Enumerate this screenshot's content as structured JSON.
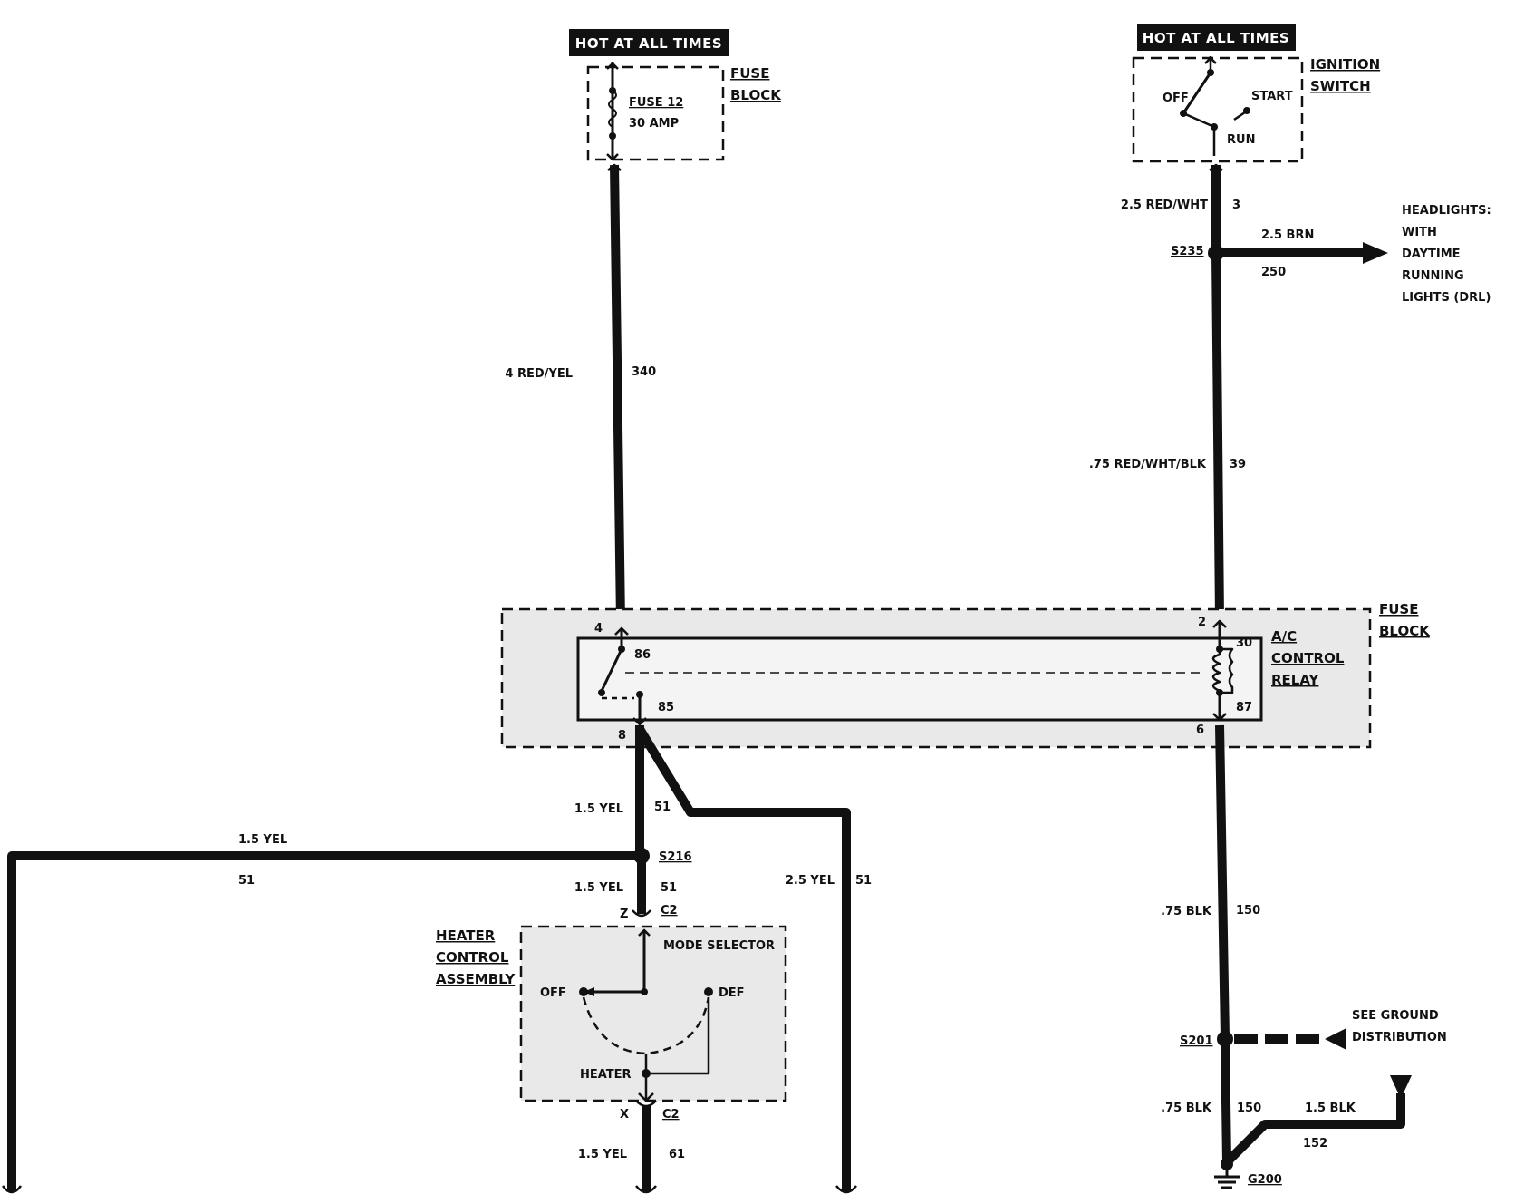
{
  "hot_left": "HOT AT ALL TIMES",
  "hot_right": "HOT AT ALL TIMES",
  "fuse_block_top": {
    "line1": "FUSE",
    "line2": "BLOCK"
  },
  "fuse12": {
    "name": "FUSE 12",
    "rating": "30 AMP"
  },
  "ignition": {
    "title1": "IGNITION",
    "title2": "SWITCH",
    "off": "OFF",
    "start": "START",
    "run": "RUN"
  },
  "wires": {
    "w_red_wht": {
      "gauge_color": "2.5 RED/WHT",
      "circuit": "3"
    },
    "w_brn": {
      "gauge_color": "2.5 BRN",
      "circuit": "250"
    },
    "w_red_yel": {
      "gauge_color": "4 RED/YEL",
      "circuit": "340"
    },
    "w_red_wht_blk": {
      "gauge_color": ".75 RED/WHT/BLK",
      "circuit": "39"
    },
    "w_yel_a": {
      "gauge_color": "1.5 YEL",
      "circuit": "51"
    },
    "w_yel_left": {
      "gauge_color": "1.5 YEL",
      "circuit": "51"
    },
    "w_yel_b": {
      "gauge_color": "1.5 YEL",
      "circuit": "51"
    },
    "w_yel_right": {
      "gauge_color": "2.5 YEL",
      "circuit": "51"
    },
    "w_yel_bottom": {
      "gauge_color": "1.5 YEL",
      "circuit": "61"
    },
    "w_blk_a": {
      "gauge_color": ".75 BLK",
      "circuit": "150"
    },
    "w_blk_b": {
      "gauge_color": ".75 BLK",
      "circuit": "150"
    },
    "w_blk_c": {
      "gauge_color": "1.5 BLK",
      "circuit": "152"
    }
  },
  "drl": {
    "line1": "HEADLIGHTS:",
    "line2": "WITH",
    "line3": "DAYTIME",
    "line4": "RUNNING",
    "line5": "LIGHTS (DRL)"
  },
  "splices": {
    "s235": "S235",
    "s216": "S216",
    "s201": "S201",
    "g200": "G200"
  },
  "relay": {
    "title1": "A/C",
    "title2": "CONTROL",
    "title3": "RELAY",
    "fuse_block1": "FUSE",
    "fuse_block2": "BLOCK",
    "pin_86": "86",
    "pin_85": "85",
    "pin_30": "30",
    "pin_87": "87",
    "t4": "4",
    "t8": "8",
    "t2": "2",
    "t6": "6"
  },
  "heater": {
    "title1": "HEATER",
    "title2": "CONTROL",
    "title3": "ASSEMBLY",
    "mode": "MODE SELECTOR",
    "off": "OFF",
    "def": "DEF",
    "heater": "HEATER",
    "z": "Z",
    "x": "X",
    "c2_top": "C2",
    "c2_bottom": "C2"
  },
  "ground_dist": {
    "line1": "SEE GROUND",
    "line2": "DISTRIBUTION"
  }
}
